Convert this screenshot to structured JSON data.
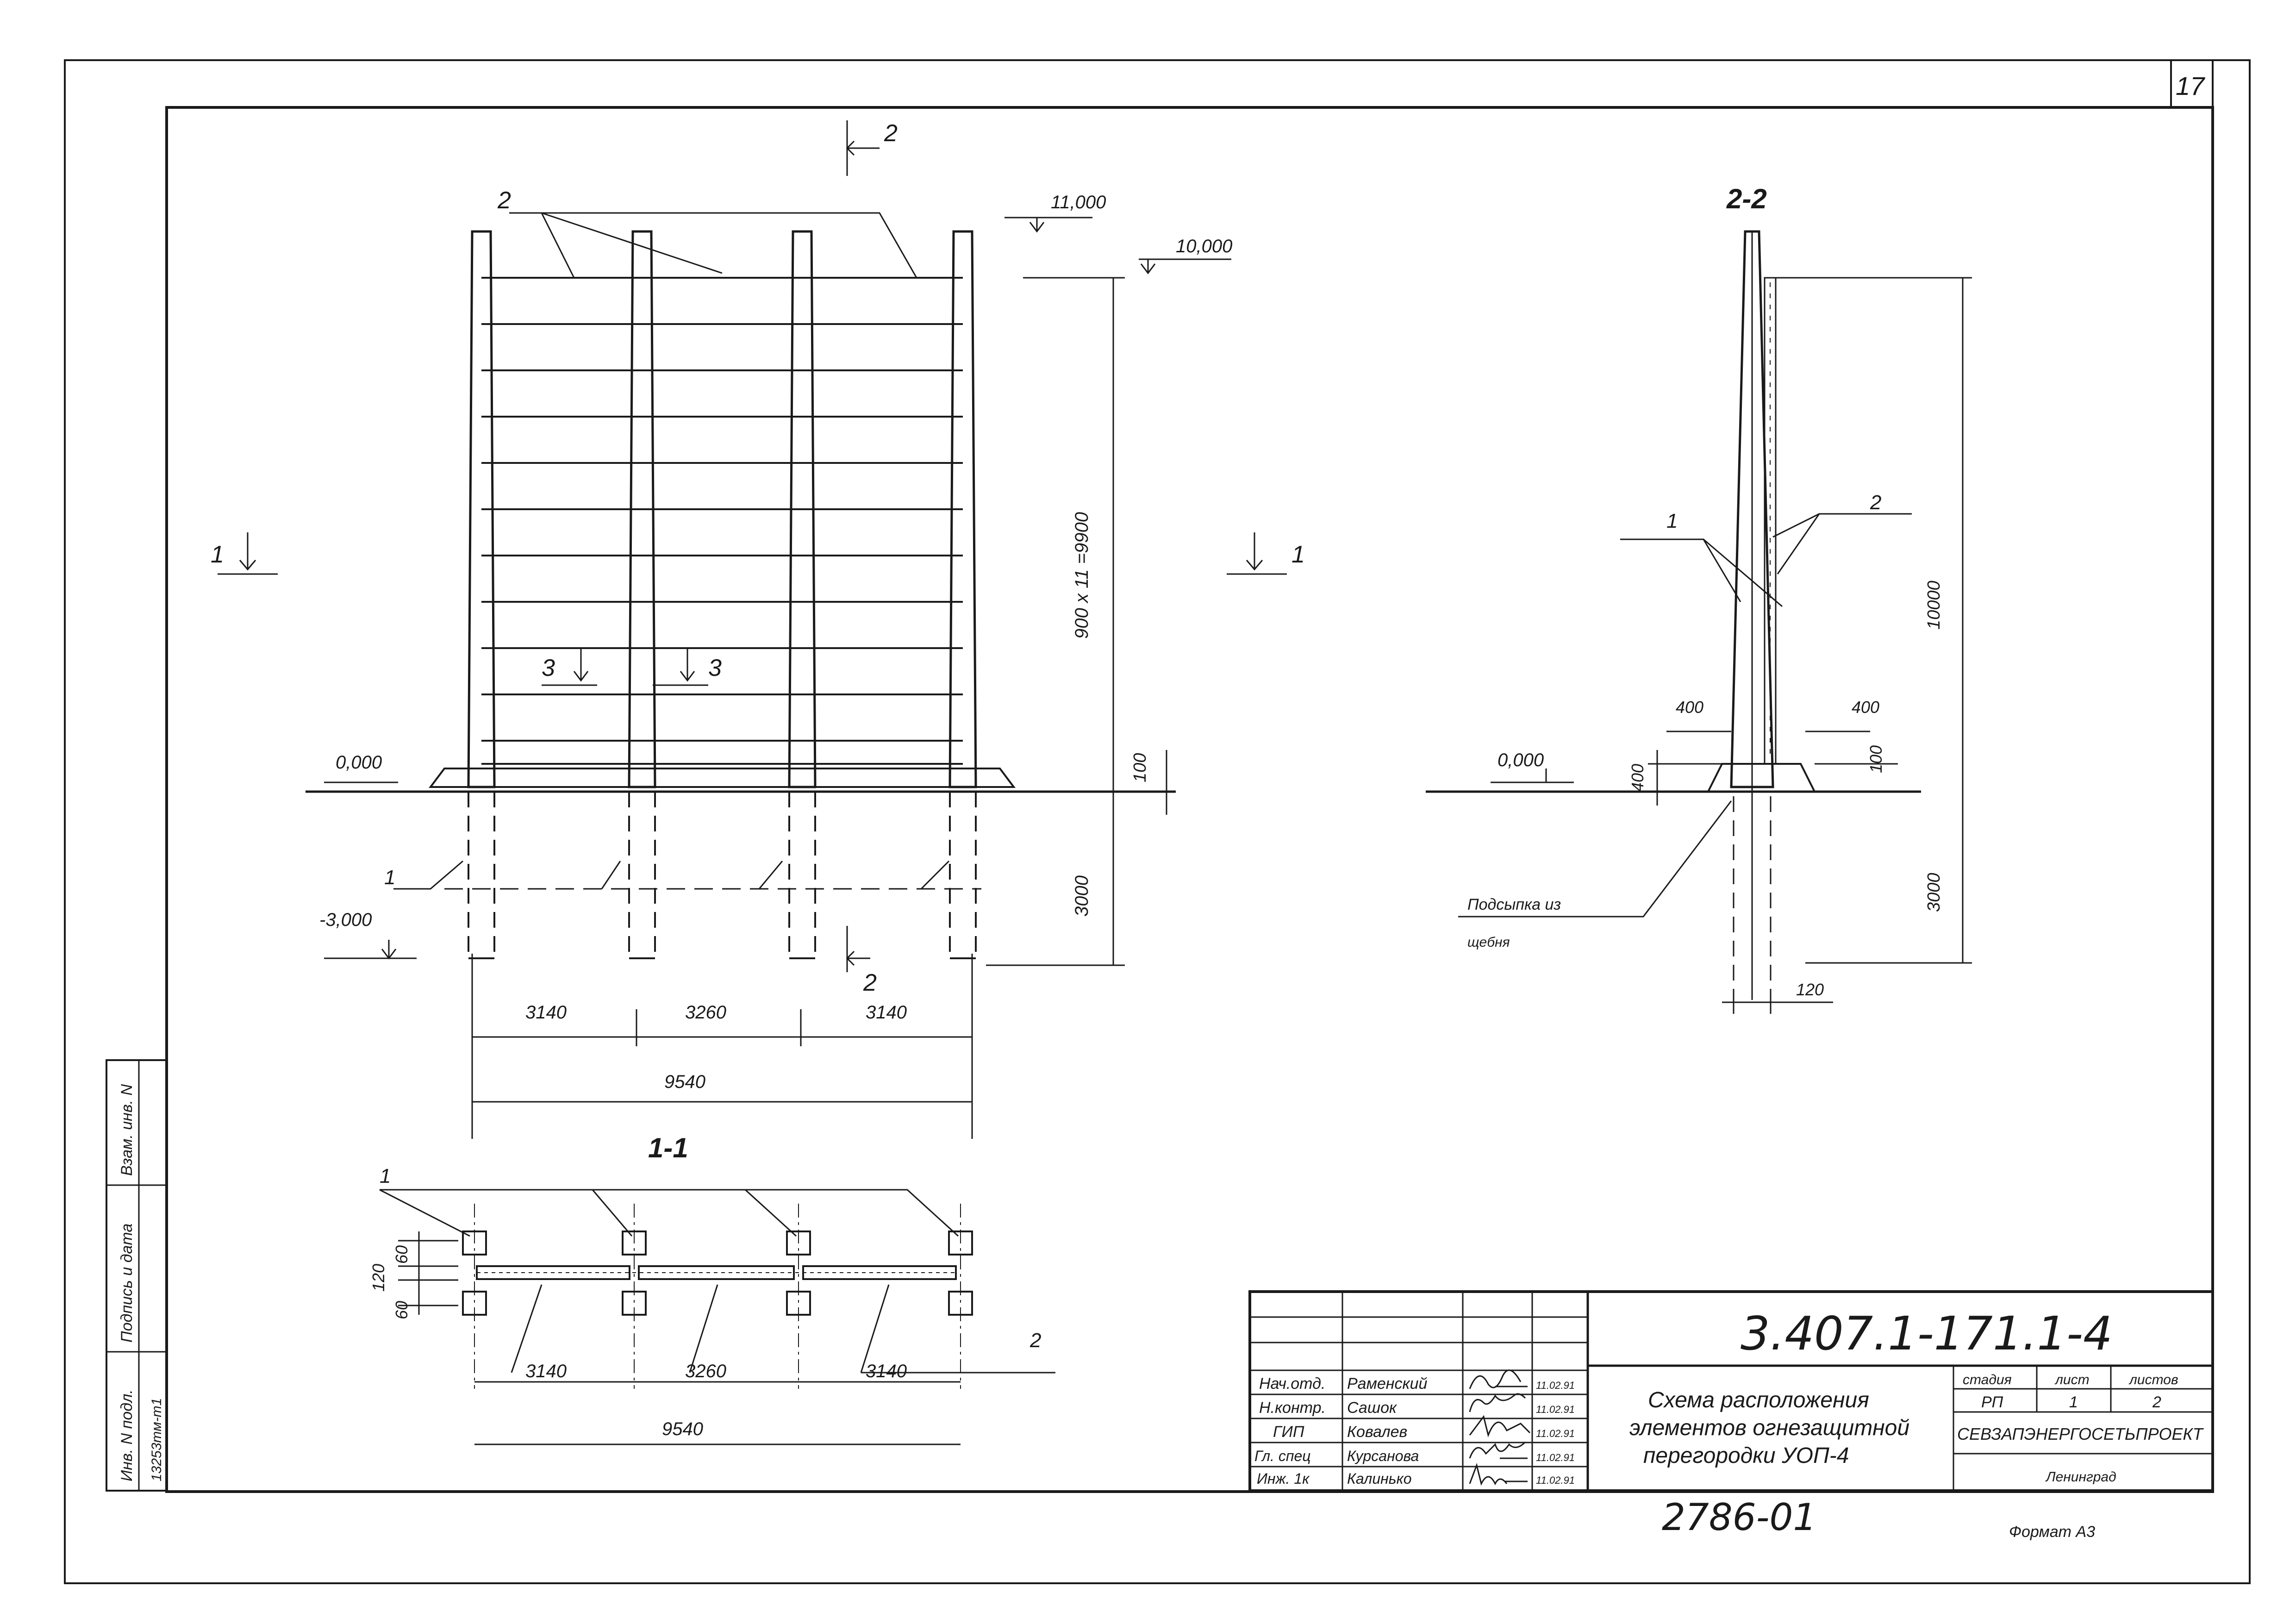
{
  "sheet": {
    "page_number": "17",
    "format_label": "Формат А3",
    "archive_number": "2786-01"
  },
  "elevation": {
    "levels": [
      "11,000",
      "10,000",
      "0,000",
      "-3,000"
    ],
    "dimensions": {
      "vertical_main": "900 x 11 =9900",
      "vertical_small": "100",
      "vertical_below": "3000",
      "spans": [
        "3140",
        "3260",
        "3140"
      ],
      "total": "9540"
    },
    "callouts": [
      "1",
      "2",
      "3",
      "3"
    ],
    "section_marks": [
      "1",
      "1",
      "2",
      "2"
    ]
  },
  "section_1_1": {
    "title": "1-1",
    "dims_left": [
      "60",
      "120",
      "60"
    ],
    "spans": [
      "3140",
      "3260",
      "3140"
    ],
    "total": "9540",
    "callouts": [
      "1",
      "2"
    ]
  },
  "section_2_2": {
    "title": "2-2",
    "level": "0,000",
    "dims": [
      "400",
      "400",
      "400",
      "100",
      "10000",
      "3000",
      "120"
    ],
    "note_line1": "Подсыпка из",
    "note_line2": "щебня",
    "callouts": [
      "1",
      "2"
    ]
  },
  "side_stamp": {
    "fields": [
      "Инв. N подл.",
      "Подпись и дата",
      "Взам. инв. N"
    ],
    "inv_value": "13253тм-т1"
  },
  "title_block": {
    "doc_code": "3.407.1-171.1-4",
    "title_line1": "Схема расположения",
    "title_line2": "элементов огнезащитной",
    "title_line3": "перегородки УОП-4",
    "stage_header": "стадия",
    "sheet_header": "лист",
    "sheets_header": "листов",
    "stage": "РП",
    "sheet": "1",
    "sheets": "2",
    "organization": "СЕВЗАПЭНЕРГОСЕТЬПРОЕКТ",
    "city": "Ленинград",
    "rows": [
      {
        "role": "Нач.отд.",
        "name": "Раменский",
        "date": "11.02.91"
      },
      {
        "role": "Н.контр.",
        "name": "Сашок",
        "date": "11.02.91"
      },
      {
        "role": "ГИП",
        "name": "Ковалев",
        "date": "11.02.91"
      },
      {
        "role": "Гл. спец",
        "name": "Курсанова",
        "date": "11.02.91"
      },
      {
        "role": "Инж. 1к",
        "name": "Калинько",
        "date": "11.02.91"
      }
    ]
  }
}
